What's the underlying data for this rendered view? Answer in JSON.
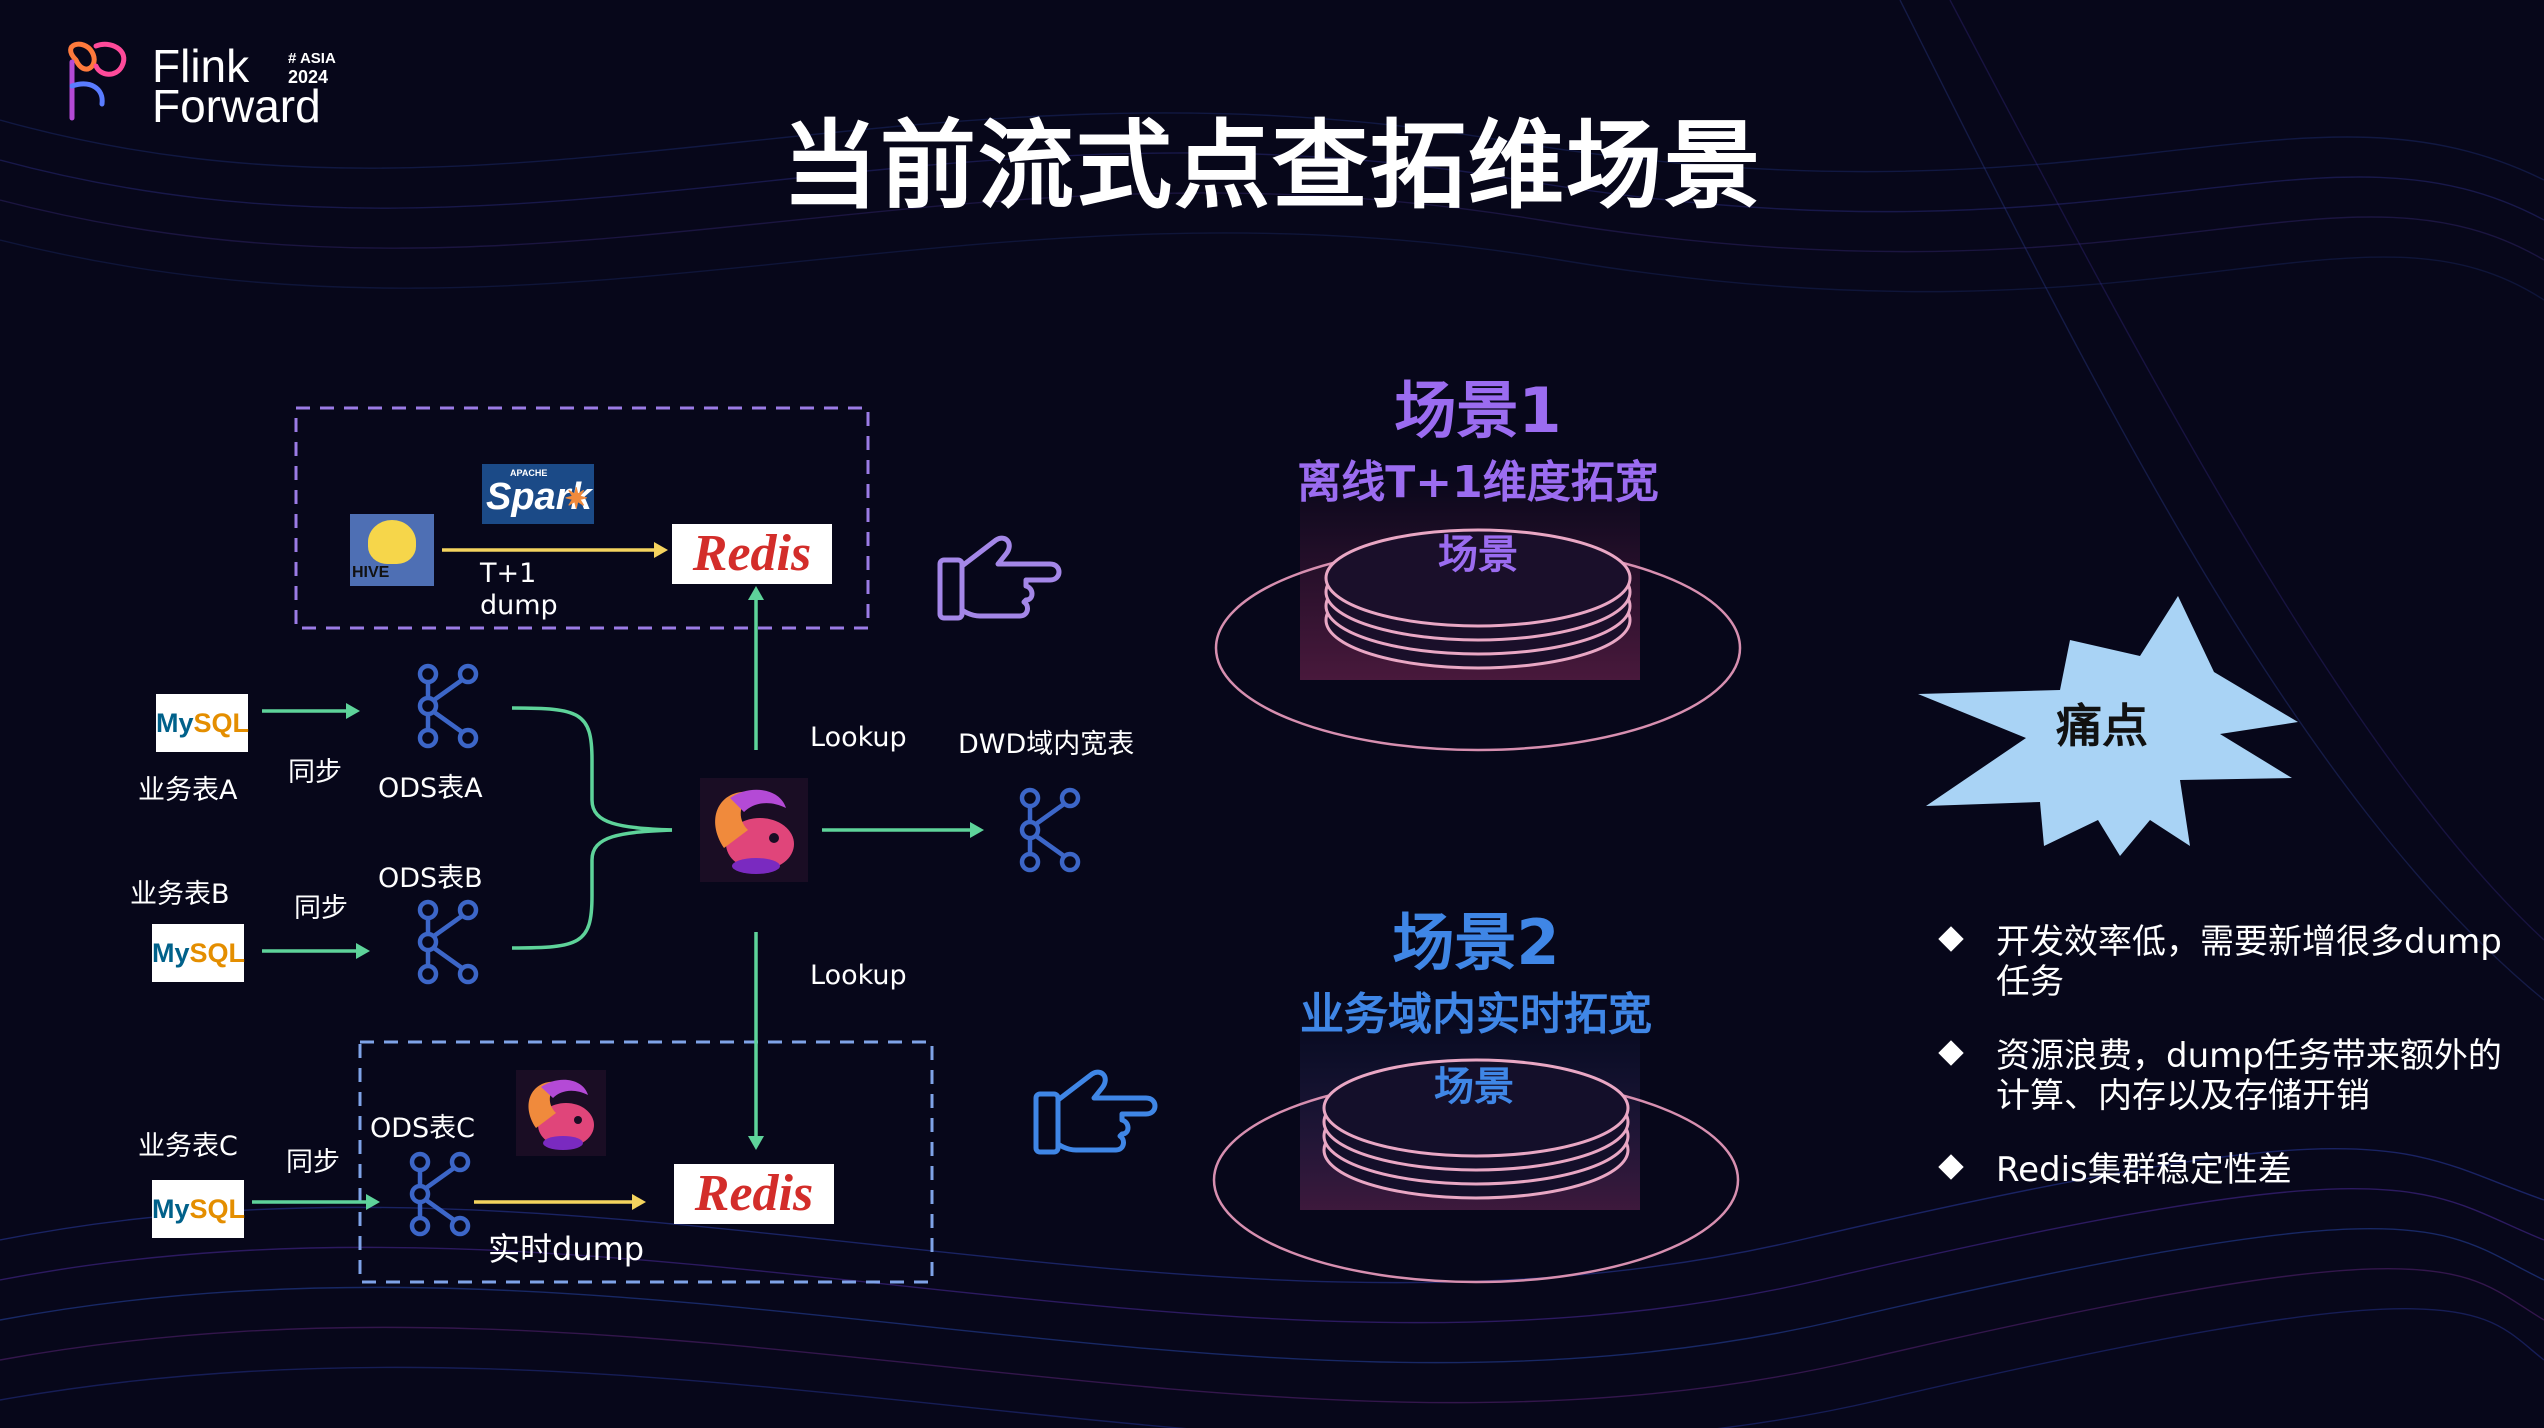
{
  "logo": {
    "line1": "Flink",
    "line2": "Forward",
    "edition": "# ASIA",
    "year": "2024"
  },
  "title": "当前流式点查拓维场景",
  "diagram": {
    "sources": [
      {
        "label": "业务表A",
        "sync": "同步",
        "ods": "ODS表A"
      },
      {
        "label": "业务表B",
        "sync": "同步",
        "ods": "ODS表B"
      },
      {
        "label": "业务表C",
        "sync": "同步",
        "ods": "ODS表C"
      }
    ],
    "mysql_logo": {
      "my": "My",
      "sql": "SQL"
    },
    "redis_logo": "Redis",
    "spark_logo": {
      "apache": "APACHE",
      "name": "Spark"
    },
    "hive_logo": "HIVE",
    "t1_dump": {
      "line1": "T+1",
      "line2": "dump"
    },
    "realtime_dump": "实时dump",
    "lookup_top": "Lookup",
    "lookup_bottom": "Lookup",
    "dwd": "DWD域内宽表"
  },
  "scene1": {
    "title": "场景1",
    "subtitle": "离线T+1维度拓宽",
    "label": "场景"
  },
  "scene2": {
    "title": "场景2",
    "subtitle": "业务域内实时拓宽",
    "label": "场景"
  },
  "pain": {
    "title": "痛点",
    "items": [
      "开发效率低，需要新增很多dump任务",
      "资源浪费，dump任务带来额外的计算、内存以及存储开销",
      "Redis集群稳定性差"
    ]
  },
  "colors": {
    "background": "#07071a",
    "scene1_accent": "#9b6cf0",
    "scene2_accent": "#3f86e6",
    "arrow_green": "#5ed39a",
    "arrow_yellow": "#f4d35e",
    "kafka_blue": "#3c66c8",
    "starburst": "#a9d3f5"
  }
}
